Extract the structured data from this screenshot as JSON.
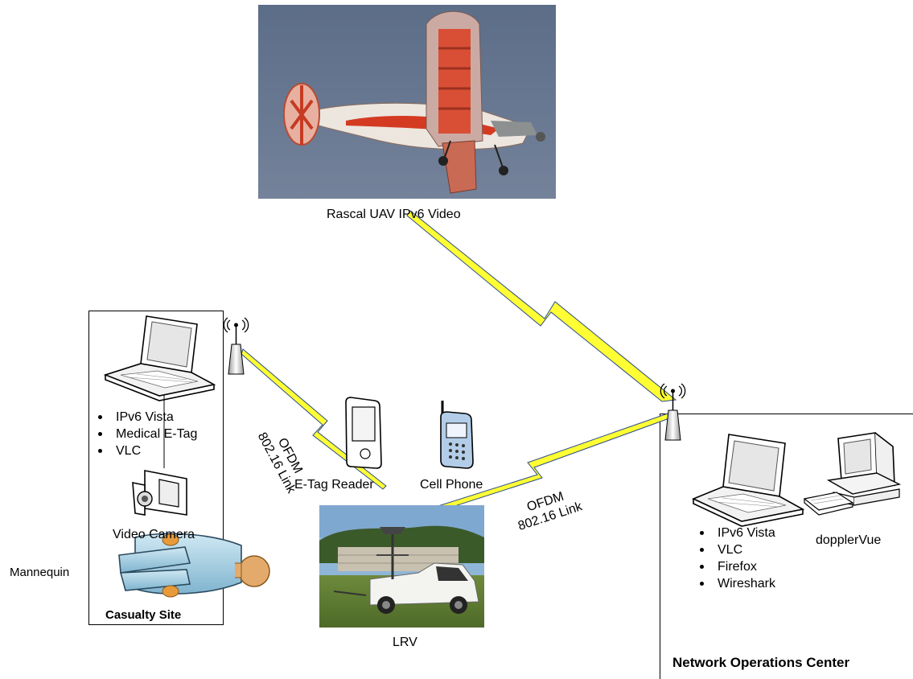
{
  "uav": {
    "label": "Rascal UAV IPv6 Video",
    "icon": "uav-airplane-photo"
  },
  "casualty_site": {
    "title": "Casualty Site",
    "laptop_software": [
      "IPv6 Vista",
      "Medical E-Tag",
      "VLC"
    ],
    "camera_label": "Video Camera",
    "mannequin_label": "Mannequin"
  },
  "devices": {
    "etag_reader": "E-Tag Reader",
    "cell_phone": "Cell Phone"
  },
  "links": {
    "left": {
      "line1": "OFDM",
      "line2": "802.16 Link"
    },
    "right": {
      "line1": "OFDM",
      "line2": "802.16 Link"
    }
  },
  "lrv": {
    "label": "LRV",
    "icon": "lrv-truck-photo"
  },
  "noc": {
    "title": "Network Operations Center",
    "laptop_software": [
      "IPv6 Vista",
      "VLC",
      "Firefox",
      "Wireshark"
    ],
    "desktop_label": "dopplerVue"
  },
  "colors": {
    "link_fill": "#ffff33",
    "link_stroke": "#2a4a8a",
    "sky": "#66768f"
  }
}
